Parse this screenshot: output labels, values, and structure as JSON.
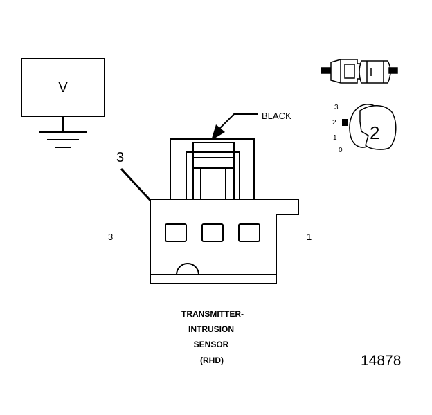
{
  "meter": {
    "label": "V"
  },
  "wire": {
    "color_label": "BLACK"
  },
  "callout": {
    "pin_number": "3"
  },
  "connector": {
    "left_pin_label": "3",
    "right_pin_label": "1"
  },
  "caption": {
    "line1": "TRANSMITTER-",
    "line2": "INTRUSION",
    "line3": "SENSOR",
    "line4": "(RHD)"
  },
  "dial": {
    "mark3": "3",
    "mark2": "2",
    "mark1": "1",
    "mark0": "0",
    "big_number": "2"
  },
  "figure": {
    "number": "14878"
  }
}
